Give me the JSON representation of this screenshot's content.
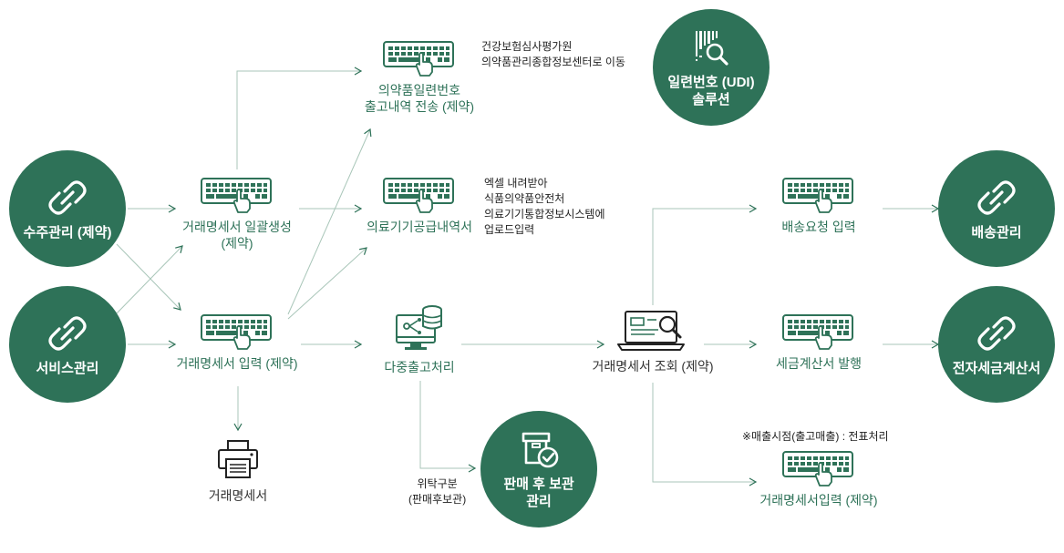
{
  "colors": {
    "brand": "#2e7258",
    "line": "#a9c6b9",
    "text": "#333333"
  },
  "circles": {
    "order": {
      "label": "수주관리 (제약)",
      "icon": "link-icon"
    },
    "service": {
      "label": "서비스관리",
      "icon": "link-icon"
    },
    "udi": {
      "label": "일련번호 (UDI)\n솔루션",
      "icon": "barcode-search-icon"
    },
    "after_sales": {
      "label": "판매 후 보관\n관리",
      "icon": "box-check-icon"
    },
    "delivery": {
      "label": "배송관리",
      "icon": "link-icon"
    },
    "etax": {
      "label": "전자세금계산서",
      "icon": "link-icon"
    }
  },
  "nodes": {
    "batch": "거래명세서 일괄생성\n(제약)",
    "input": "거래명세서 입력 (제약)",
    "print": "거래명세서",
    "serial": "의약품일련번호\n출고내역 전송 (제약)",
    "supply": "의료기기공급내역서",
    "multi": "다중출고처리",
    "inquiry": "거래명세서 조회 (제약)",
    "ship_req": "배송요청 입력",
    "tax_issue": "세금계산서 발행",
    "inv_input": "거래명세서입력 (제약)"
  },
  "notes": {
    "hira": "건강보험심사평가원\n의약품관리종합정보센터로 이동",
    "excel": "엑셀 내려받아\n식품의약품안전처\n의료기기통합정보시스템에\n업로드입력",
    "consign": "위탁구분\n(판매후보관)",
    "sales_point": "※매출시점(출고매출) : 전표처리"
  }
}
